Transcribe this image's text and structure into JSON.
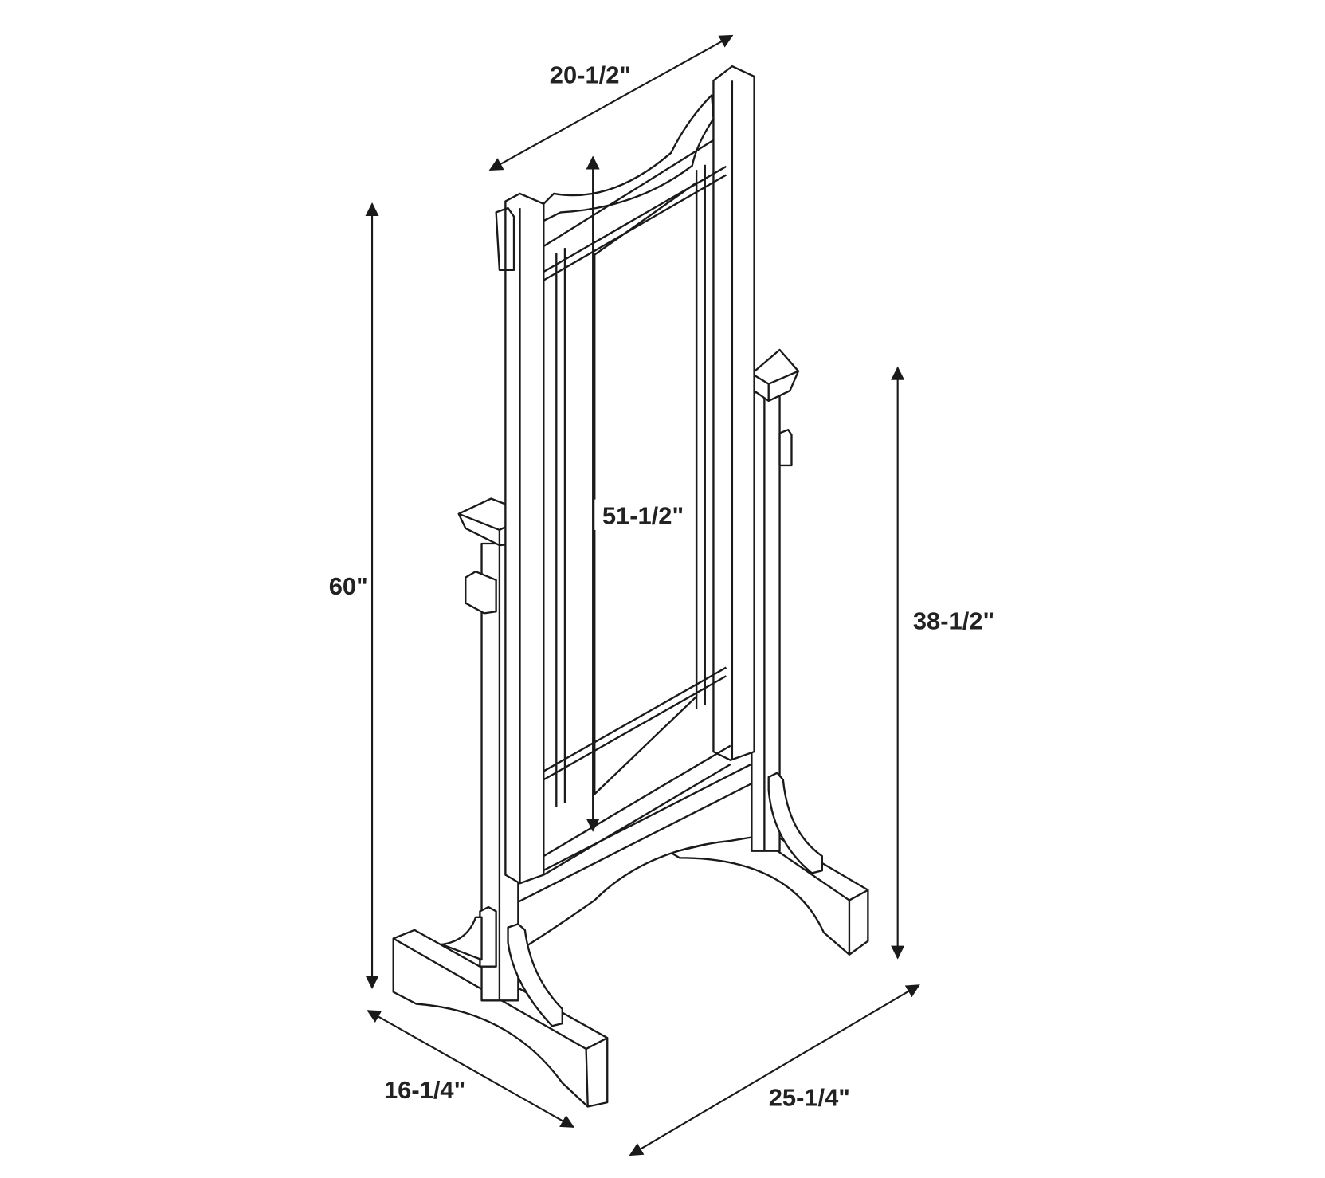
{
  "title": "Cheval mirror dimensions",
  "dimensions": {
    "frame_width": "20-1/2\"",
    "overall_height": "60\"",
    "mirror_height": "51-1/2\"",
    "stand_height": "38-1/2\"",
    "depth": "16-1/4\"",
    "overall_width": "25-1/4\""
  }
}
